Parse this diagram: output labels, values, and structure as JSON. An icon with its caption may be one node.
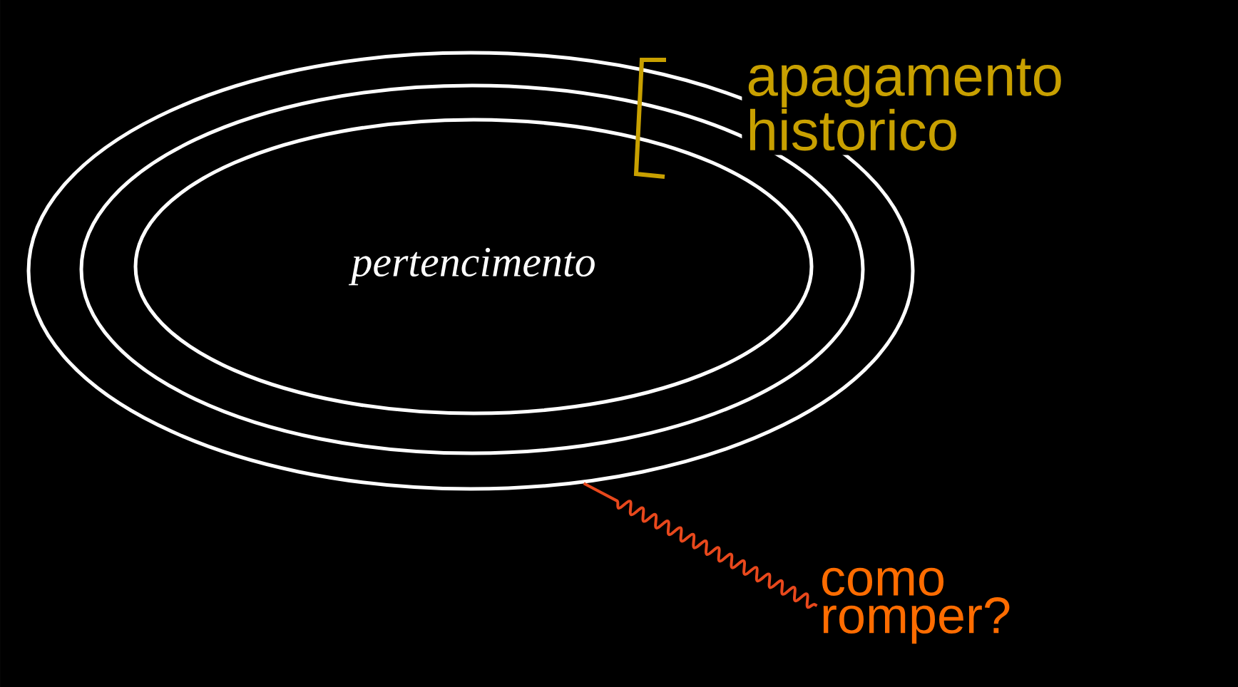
{
  "diagram": {
    "nodes": [
      {
        "text": [],
        "shape": "ellipse"
      },
      {
        "text": [],
        "shape": "ellipse",
        "in": 0
      },
      {
        "text": [
          "pertencimento"
        ],
        "in": 1
      },
      {
        "text": [
          "como romper?"
        ]
      }
    ],
    "edges": [
      {
        "from": 3,
        "to": 0,
        "arrow": "none"
      }
    ],
    "labels": [
      "apagamento historico"
    ]
  }
}
